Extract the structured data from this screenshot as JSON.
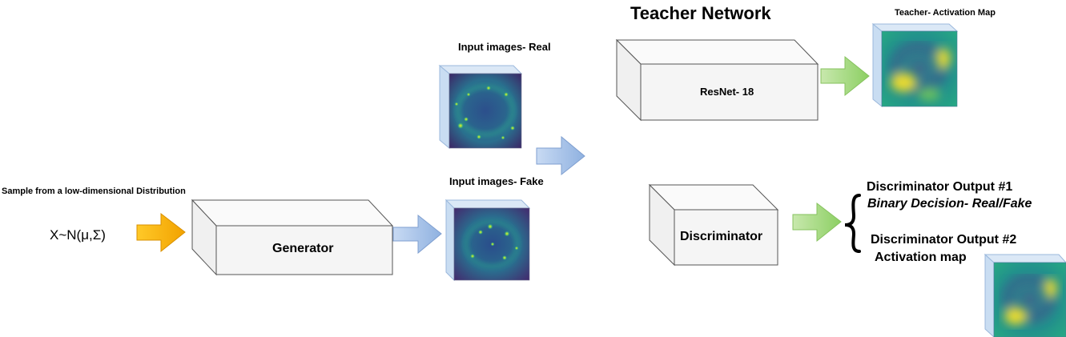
{
  "title": "Teacher Network",
  "sample_label": "Sample from a low-dimensional Distribution",
  "distribution_formula": "X~N(μ,Σ)",
  "generator_label": "Generator",
  "input_real_label": "Input images- Real",
  "input_fake_label": "Input images- Fake",
  "teacher_model_label": "ResNet- 18",
  "teacher_map_label": "Teacher- Activation Map",
  "discriminator_label": "Discriminator",
  "output1_title": "Discriminator Output #1",
  "output1_detail": "Binary Decision- Real/Fake",
  "output2_title": "Discriminator Output #2",
  "output2_detail": "Activation map",
  "colors": {
    "block_face": "#f5f5f5",
    "block_stroke": "#4d4d4d",
    "arrow_orange": "#ffb300",
    "arrow_blue": "#a9c4eb",
    "arrow_green": "#a3d977",
    "image_side": "#c9ddf2",
    "viridis_dark": "#3b1f5c",
    "viridis_mid": "#21918c",
    "viridis_bright": "#fde725"
  },
  "icons": [
    "orange-arrow-icon",
    "blue-arrow-icon",
    "green-arrow-icon",
    "curly-brace-icon"
  ]
}
